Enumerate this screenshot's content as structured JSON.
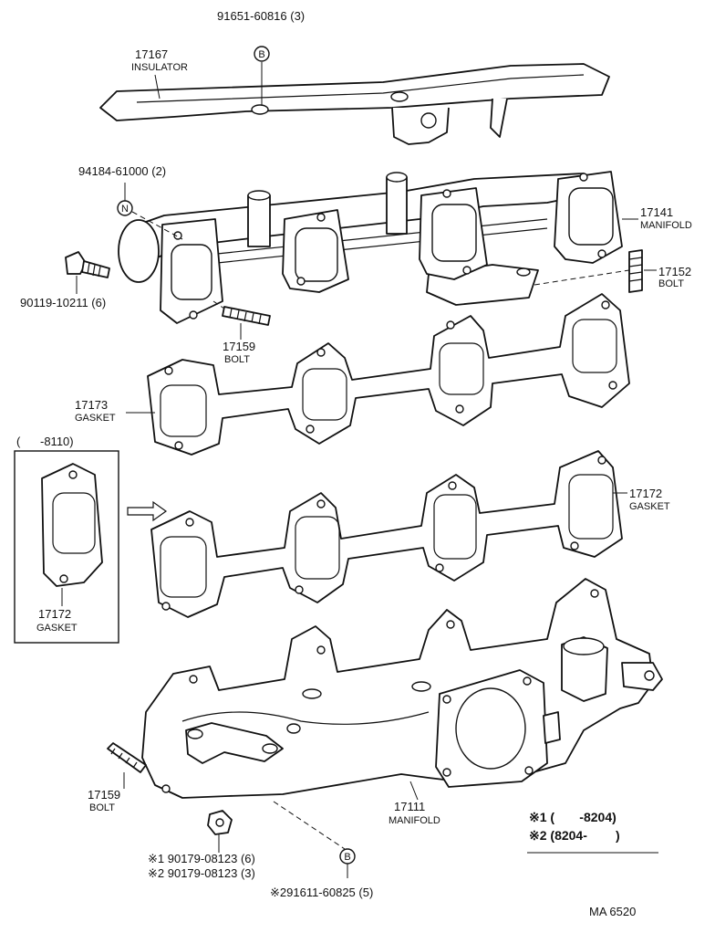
{
  "labels": {
    "insulator_bolt": "91651-60816 (3)",
    "insulator_num": "17167",
    "insulator_name": "INSULATOR",
    "nut_upper": "94184-61000 (2)",
    "manifold_ex_num": "17141",
    "manifold_ex_name": "MANIFOLD",
    "bolt_right_num": "17152",
    "bolt_right_name": "BOLT",
    "bolt_left_upper": "90119-10211 (6)",
    "stud_upper_num": "17159",
    "stud_upper_name": "BOLT",
    "gasket_upper_num": "17173",
    "gasket_upper_name": "GASKET",
    "inset_range": "(      -8110)",
    "inset_num": "17172",
    "inset_name": "GASKET",
    "gasket_lower_num": "17172",
    "gasket_lower_name": "GASKET",
    "stud_lower_num": "17159",
    "stud_lower_name": "BOLT",
    "manifold_in_num": "17111",
    "manifold_in_name": "MANIFOLD",
    "note1": "※1 90179-08123 (6)",
    "note2": "※2 90179-08123 (3)",
    "note3": "※291611-60825 (5)",
    "legend1": "※1 (       -8204)",
    "legend2": "※2 (8204-        )",
    "diagram_code": "MA 6520",
    "marker_b": "B",
    "marker_n": "N"
  },
  "colors": {
    "ink": "#111111",
    "paper": "#ffffff"
  }
}
